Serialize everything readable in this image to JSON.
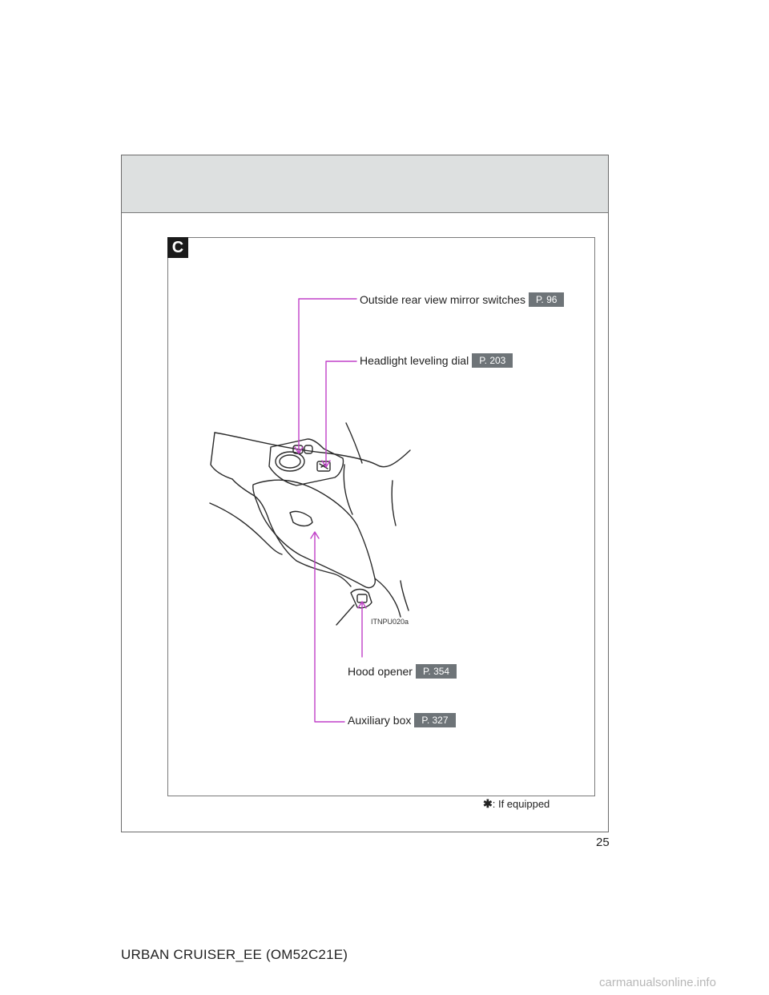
{
  "section": {
    "letter": "C"
  },
  "callouts": {
    "mirror_switches": {
      "label": "Outside rear view mirror switches",
      "ref": "P. 96"
    },
    "headlight_dial": {
      "label": "Headlight leveling dial",
      "ref": "P. 203"
    },
    "hood_opener": {
      "label": "Hood opener",
      "ref": "P. 354"
    },
    "auxiliary_box": {
      "label": "Auxiliary box",
      "ref": "P. 327"
    }
  },
  "figure_code": "ITNPU020a",
  "footnote": {
    "symbol": "✱",
    "text": ": If equipped"
  },
  "page_number": "25",
  "document_id": "URBAN CRUISER_EE (OM52C21E)",
  "watermark": "carmanualsonline.info",
  "colors": {
    "leader_line": "#c040c8",
    "ref_badge": "#6e7478",
    "header_band": "#dde0e0"
  }
}
